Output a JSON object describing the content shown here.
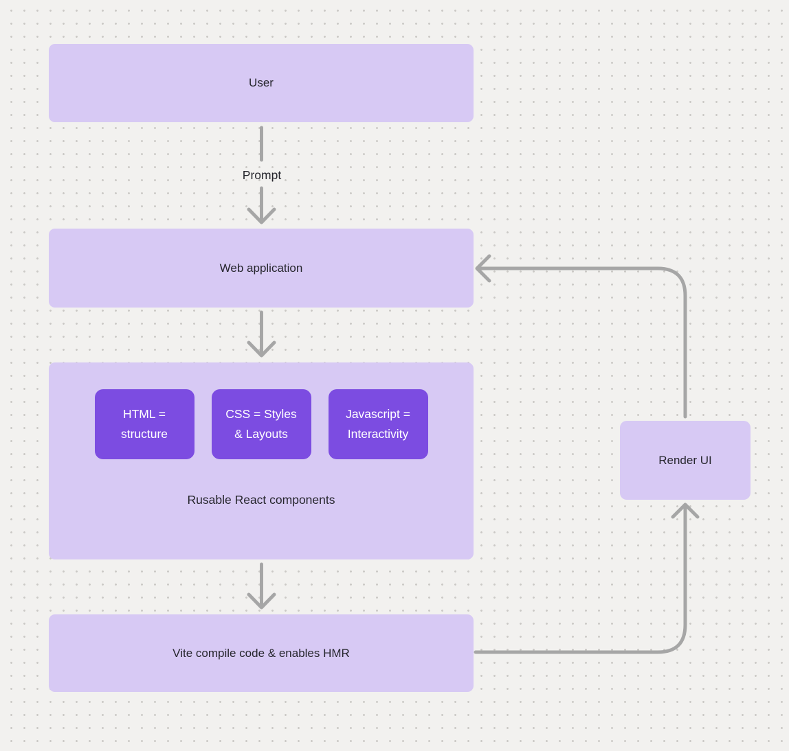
{
  "diagram": {
    "colors": {
      "node_fill": "#d7c9f4",
      "chip_fill": "#7c4ce1",
      "chip_text": "#ffffff",
      "text": "#26262d",
      "arrow": "#a6a6a6",
      "bg": "#f2f1ef",
      "dot": "#cbc9c6"
    },
    "nodes": {
      "user": {
        "label": "User"
      },
      "web_application": {
        "label": "Web application"
      },
      "components_group": {
        "chips": [
          {
            "label": "HTML = structure"
          },
          {
            "label": "CSS = Styles & Layouts"
          },
          {
            "label": "Javascript = Interactivity"
          }
        ],
        "caption": "Rusable React components"
      },
      "vite": {
        "label": "Vite compile code & enables HMR"
      },
      "render_ui": {
        "label": "Render UI"
      }
    },
    "edge_labels": {
      "prompt": "Prompt"
    }
  }
}
